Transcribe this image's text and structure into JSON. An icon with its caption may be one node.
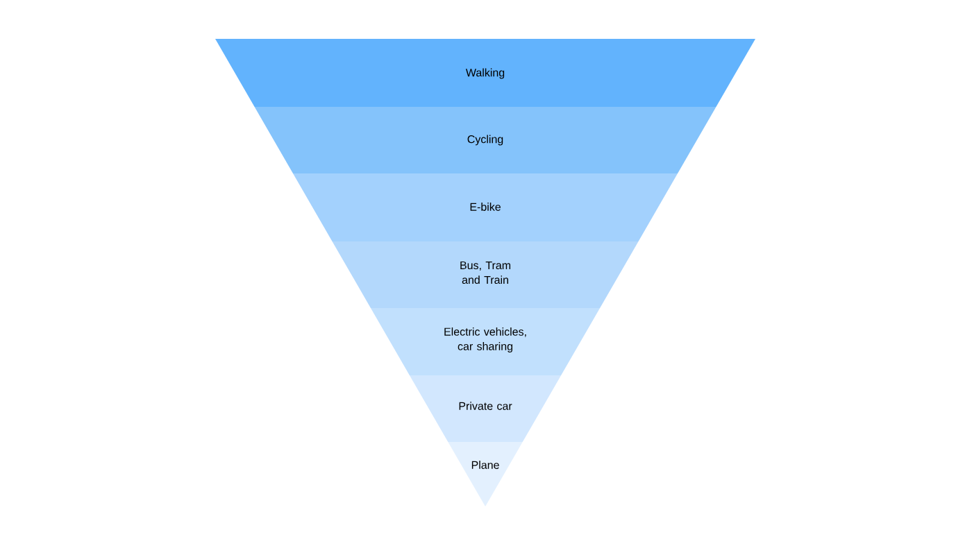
{
  "diagram": {
    "nodes": [
      {
        "text": [
          "Walking"
        ]
      },
      {
        "text": [
          "Cycling"
        ]
      },
      {
        "text": [
          "E-bike"
        ]
      },
      {
        "text": [
          "Bus, Tram and Train"
        ]
      },
      {
        "text": [
          "Electric vehicles, car sharing"
        ]
      },
      {
        "text": [
          "Private car"
        ]
      },
      {
        "text": [
          "Plane"
        ]
      }
    ]
  }
}
